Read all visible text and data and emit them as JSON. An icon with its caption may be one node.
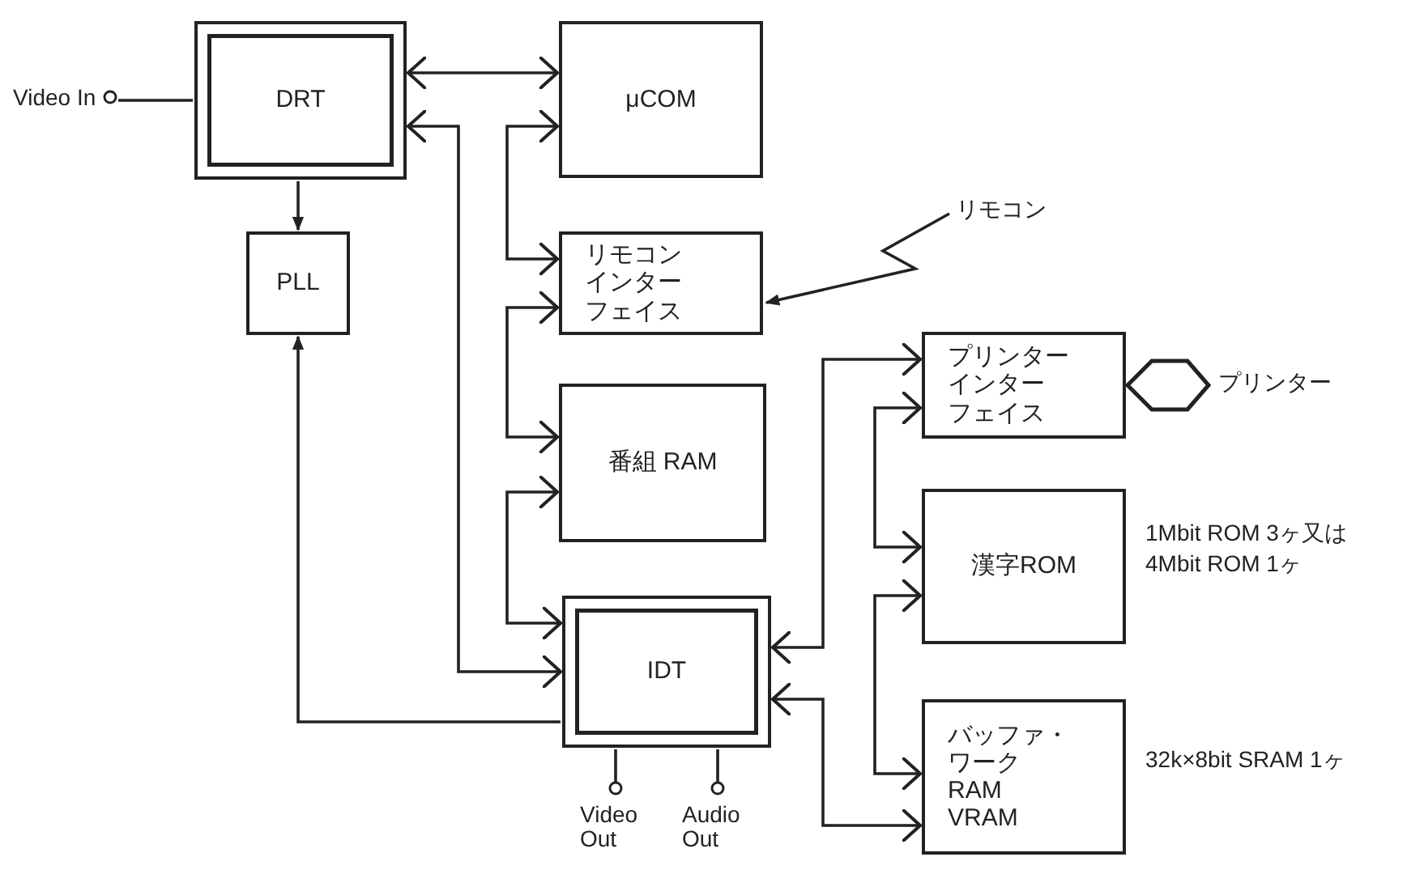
{
  "diagram": {
    "nodes": [
      {
        "text": [
          "Video In"
        ]
      },
      {
        "text": [
          "DRT"
        ]
      },
      {
        "text": [
          "PLL"
        ]
      },
      {
        "text": [
          "μCOM"
        ]
      },
      {
        "text": [
          "リモコンインターフェイス"
        ]
      },
      {
        "text": [
          "リモコン"
        ]
      },
      {
        "text": [
          "番組 RAM"
        ]
      },
      {
        "text": [
          "IDT"
        ]
      },
      {
        "text": [
          "Video Out"
        ]
      },
      {
        "text": [
          "Audio Out"
        ]
      },
      {
        "text": [
          "プリンターインターフェイス"
        ]
      },
      {
        "text": [
          "プリンター"
        ]
      },
      {
        "text": [
          "漢字ROM"
        ],
        "beside": [
          "1Mbit ROM 3ヶ又は 4Mbit ROM 1ヶ"
        ]
      },
      {
        "text": [
          "バッファ・ワークRAM VRAM"
        ],
        "beside": [
          "32k×8bit SRAM 1ヶ"
        ]
      }
    ],
    "edges": [
      {
        "from": 0,
        "to": 1,
        "arrow": "none"
      },
      {
        "from": 1,
        "to": 2,
        "arrow": "to"
      },
      {
        "from": 1,
        "to": 3,
        "arrow": "both"
      },
      {
        "from": 3,
        "to": 4,
        "arrow": "both"
      },
      {
        "from": 5,
        "to": 4,
        "arrow": "to"
      },
      {
        "from": 4,
        "to": 6,
        "arrow": "both"
      },
      {
        "from": 6,
        "to": 7,
        "arrow": "both"
      },
      {
        "from": 1,
        "to": 7,
        "arrow": "both"
      },
      {
        "from": 7,
        "to": 2,
        "arrow": "to"
      },
      {
        "from": 7,
        "to": 8,
        "arrow": "none"
      },
      {
        "from": 7,
        "to": 9,
        "arrow": "none"
      },
      {
        "from": 7,
        "to": 10,
        "arrow": "both"
      },
      {
        "from": 10,
        "to": 11,
        "arrow": "both",
        "style": "thick"
      },
      {
        "from": 10,
        "to": 12,
        "arrow": "both"
      },
      {
        "from": 12,
        "to": 13,
        "arrow": "both"
      },
      {
        "from": 7,
        "to": 13,
        "arrow": "both"
      }
    ]
  }
}
